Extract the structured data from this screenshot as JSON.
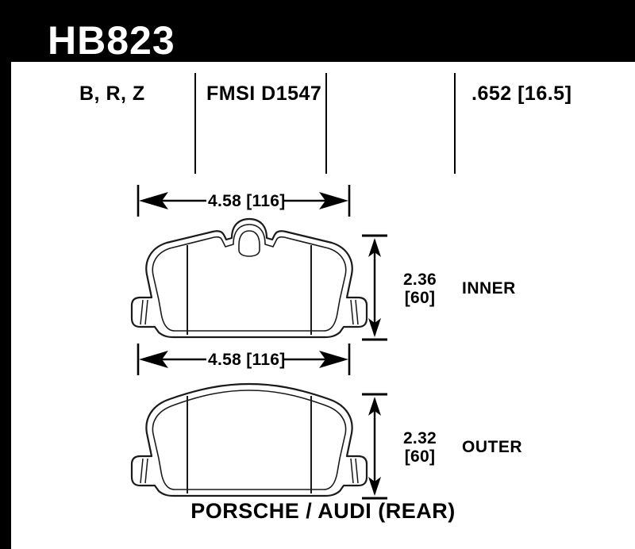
{
  "header": {
    "part_number": "HB823"
  },
  "spec": {
    "compounds": "B, R, Z",
    "fmsi": "FMSI D1547",
    "thickness": ".652 [16.5]"
  },
  "drawing": {
    "inner": {
      "width_dim": "4.58  [116]",
      "height_dim_in": "2.36",
      "height_dim_mm": "[60]",
      "side_label": "INNER"
    },
    "outer": {
      "width_dim": "4.58  [116]",
      "height_dim_in": "2.32",
      "height_dim_mm": "[60]",
      "side_label": "OUTER"
    }
  },
  "footer": {
    "application": "PORSCHE / AUDI (REAR)"
  },
  "colors": {
    "ink": "#000000",
    "paper": "#ffffff"
  }
}
